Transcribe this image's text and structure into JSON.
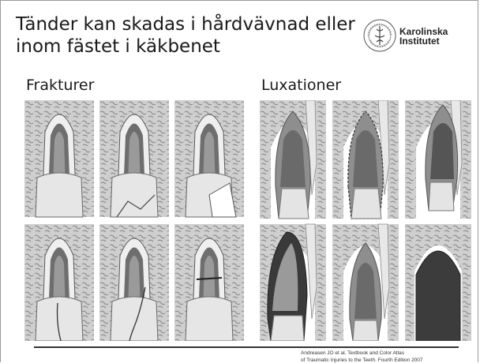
{
  "slide": {
    "title_line1": "Tänder kan skadas i hårdvävnad eller",
    "title_line2": "inom fästet i käkbenet"
  },
  "logo": {
    "line1": "Karolinska",
    "line2": "Institutet",
    "seal_icon": "ki-seal-icon"
  },
  "sections": {
    "fractures_label": "Frakturer",
    "luxations_label": "Luxationer"
  },
  "citation": {
    "line1": "Andreasen JO et al. Textbook and Color Atlas",
    "line2": "of Traumatic Injuries to the Teeth. Fourth Edition 2007"
  },
  "colors": {
    "bone": "#c4c4c4",
    "root": "#7a7a7a",
    "crown": "#e0e0e0",
    "luxation_tooth": "#8e8e8e"
  }
}
